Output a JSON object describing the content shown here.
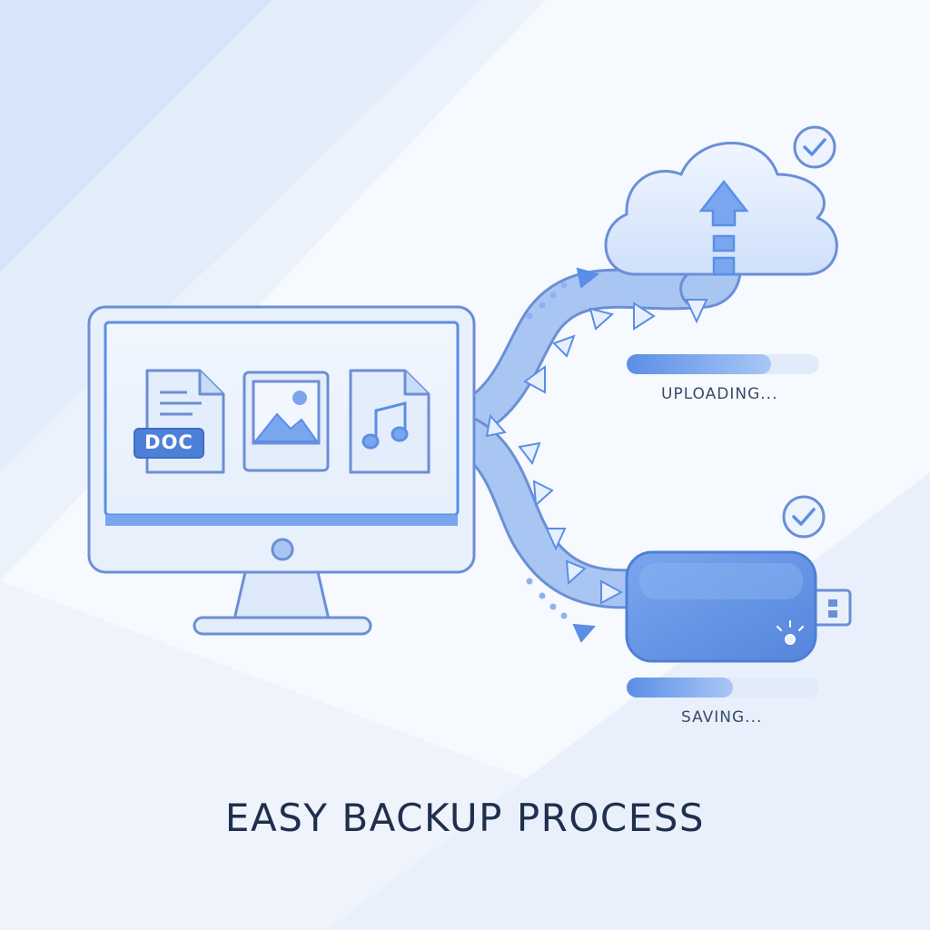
{
  "title": "EASY BACKUP PROCESS",
  "files": [
    {
      "type": "document",
      "badge": "DOC",
      "icon": "document-icon"
    },
    {
      "type": "image",
      "icon": "image-icon"
    },
    {
      "type": "audio",
      "icon": "music-note-icon"
    }
  ],
  "destinations": {
    "cloud": {
      "status": "UPLOADING...",
      "progress": 0.75,
      "icon": "cloud-upload-icon",
      "check": "check-circle-icon"
    },
    "usb": {
      "status": "SAVING...",
      "progress": 0.55,
      "icon": "usb-drive-icon",
      "check": "check-circle-icon"
    }
  },
  "colors": {
    "accent": "#5b8ee6",
    "light": "#dbe7fb",
    "outline": "#6b8fd6",
    "text": "#1f2f4d"
  }
}
